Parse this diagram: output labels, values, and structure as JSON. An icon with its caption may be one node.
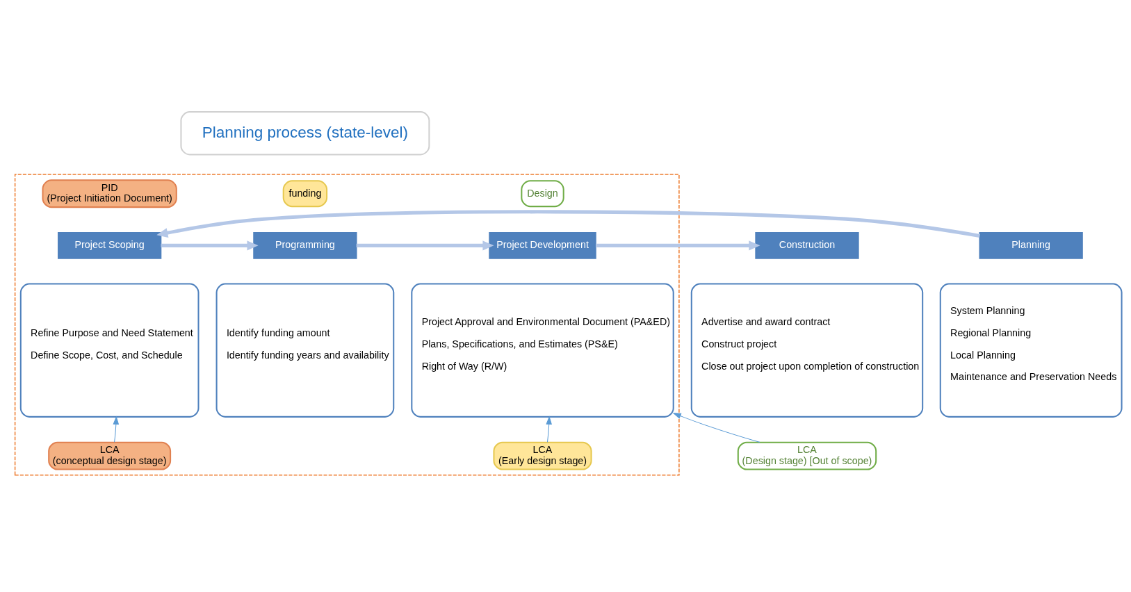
{
  "diagram": {
    "nodes": [
      {
        "text": [
          "Planning process (state-level)"
        ]
      },
      {
        "text": [],
        "shape": "box"
      },
      {
        "text": [
          "PID",
          "(Project Initiation Document)"
        ],
        "in": 1
      },
      {
        "text": [
          "funding"
        ],
        "in": 1
      },
      {
        "text": [
          "Design"
        ],
        "in": 1
      },
      {
        "text": [
          "Planning"
        ]
      },
      {
        "text": [
          "System Planning",
          "Regional Planning",
          "Local Planning",
          "Maintenance and Preservation Needs"
        ]
      },
      {
        "text": [
          "Project Scoping"
        ],
        "in": 1
      },
      {
        "text": [
          "Refine Purpose and Need Statement",
          "Define Scope, Cost, and Schedule"
        ],
        "in": 1
      },
      {
        "text": [
          "Programming"
        ],
        "in": 1
      },
      {
        "text": [
          "Identify funding amount",
          "Identify funding years and availability"
        ],
        "in": 1
      },
      {
        "text": [
          "Project Development"
        ],
        "in": 1
      },
      {
        "text": [
          "Project Approval and Environmental Document (PA&ED)",
          "Plans, Specifications, and Estimates (PS&E)",
          "Right of Way (R/W)"
        ],
        "in": 1
      },
      {
        "text": [
          "Construction"
        ]
      },
      {
        "text": [
          "Advertise and award contract",
          "Construct project",
          "Close out project upon completion of construction"
        ]
      },
      {
        "text": [
          "LCA",
          "(conceptual design stage)"
        ],
        "in": 1
      },
      {
        "text": [
          "LCA",
          "(Early design stage)"
        ],
        "in": 1
      },
      {
        "text": [
          "LCA",
          "(Design stage) [Out of scope)"
        ]
      }
    ],
    "edges": [
      {
        "from": 5,
        "to": 7,
        "arrow": "to"
      },
      {
        "from": 7,
        "to": 9,
        "arrow": "to"
      },
      {
        "from": 9,
        "to": 11,
        "arrow": "to"
      },
      {
        "from": 11,
        "to": 13,
        "arrow": "to"
      },
      {
        "from": 15,
        "to": 8,
        "arrow": "to",
        "color": "#5b9bd5"
      },
      {
        "from": 16,
        "to": 12,
        "arrow": "to",
        "color": "#5b9bd5"
      },
      {
        "from": 17,
        "to": 12,
        "arrow": "to",
        "color": "#5b9bd5"
      }
    ]
  }
}
